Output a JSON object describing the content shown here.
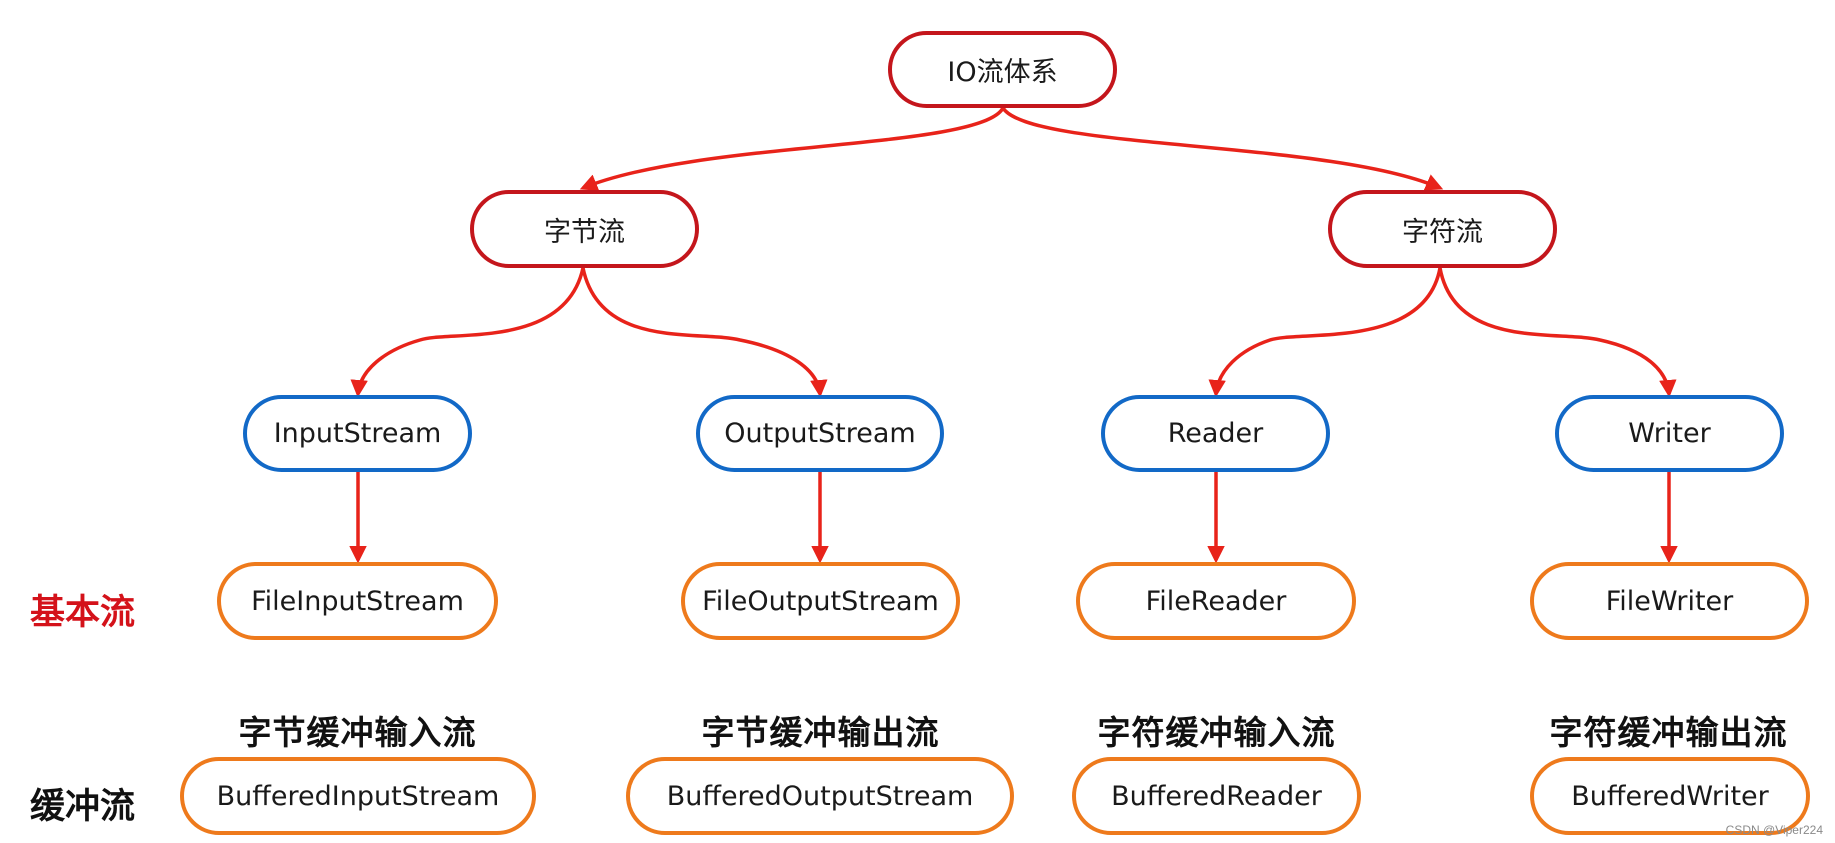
{
  "colors": {
    "edge": "#e8231a",
    "root_border": "#c4161c",
    "category_border": "#c4161c",
    "abstract_border": "#1269c7",
    "concrete_border": "#ee7a1c",
    "basic_label": "#d4121a",
    "buffer_label": "#111111"
  },
  "nodes": {
    "root": "IO流体系",
    "byte_stream": "字节流",
    "char_stream": "字符流",
    "input_stream": "InputStream",
    "output_stream": "OutputStream",
    "reader": "Reader",
    "writer": "Writer",
    "file_input_stream": "FileInputStream",
    "file_output_stream": "FileOutputStream",
    "file_reader": "FileReader",
    "file_writer": "FileWriter",
    "buffered_input_stream": "BufferedInputStream",
    "buffered_output_stream": "BufferedOutputStream",
    "buffered_reader": "BufferedReader",
    "buffered_writer": "BufferedWriter"
  },
  "captions": {
    "byte_buffer_input": "字节缓冲输入流",
    "byte_buffer_output": "字节缓冲输出流",
    "char_buffer_input": "字符缓冲输入流",
    "char_buffer_output": "字符缓冲输出流"
  },
  "row_labels": {
    "basic": "基本流",
    "buffered": "缓冲流"
  },
  "watermark": "CSDN @Viper224"
}
